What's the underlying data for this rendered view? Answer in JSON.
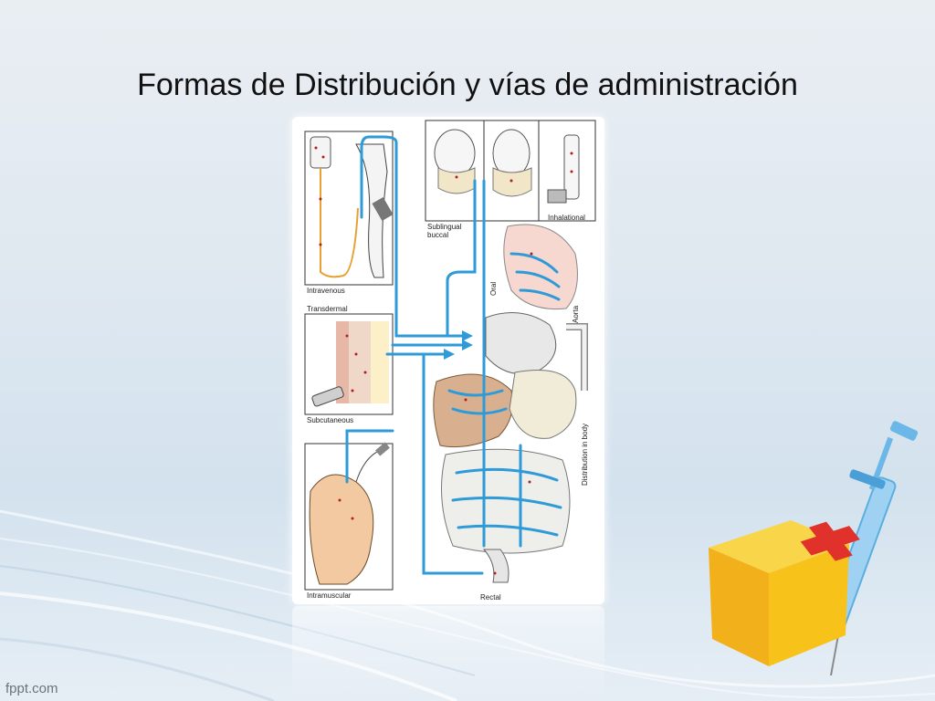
{
  "slide": {
    "title": "Formas de Distribución y vías de administración",
    "footer": "fppt.com"
  },
  "diagram": {
    "labels": {
      "intravenous": "Intravenous",
      "transdermal": "Transdermal",
      "subcutaneous": "Subcutaneous",
      "intramuscular": "Intramuscular",
      "sublingual": "Sublingual",
      "buccal": "buccal",
      "inhalational": "Inhalational",
      "oral": "Oral",
      "aorta": "Aorta",
      "distribution": "Distribution in body",
      "rectal": "Rectal"
    }
  },
  "colors": {
    "blood": "#2e9bd8",
    "tissue": "#f0d8c8",
    "accent_red": "#e0312b",
    "box_yellow": "#f7c21a"
  },
  "icons": [
    "syringe-icon",
    "first-aid-box-icon"
  ]
}
